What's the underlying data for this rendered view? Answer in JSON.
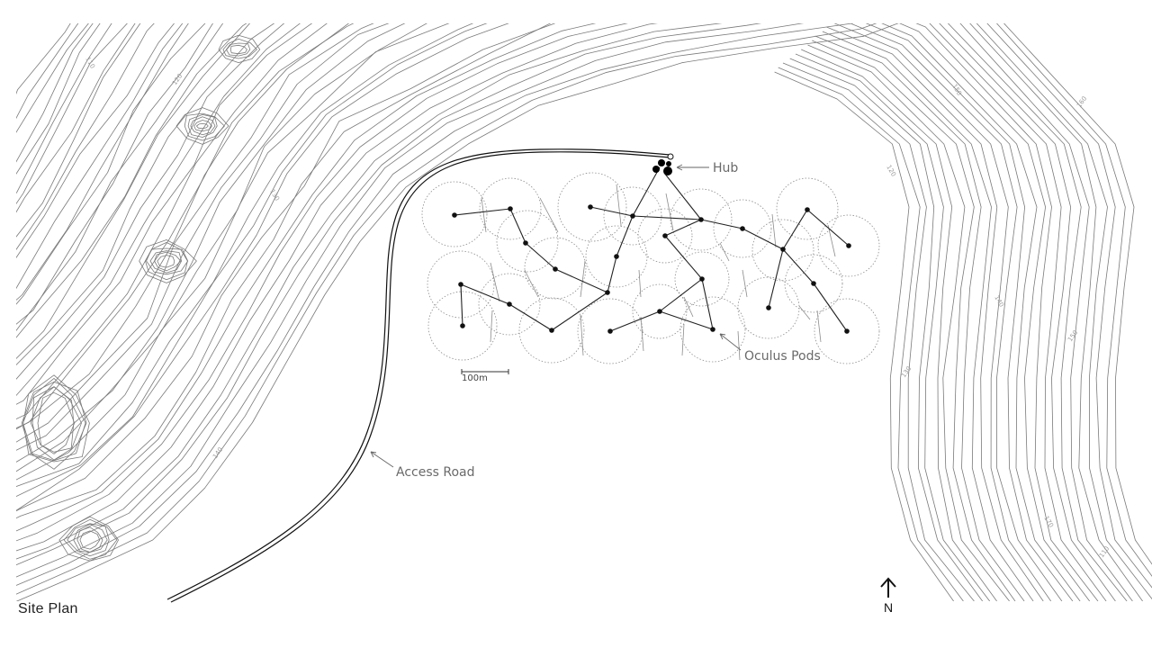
{
  "title": "Site Plan",
  "labels": {
    "hub": "Hub",
    "pods": "Oculus Pods",
    "road": "Access Road",
    "scale": "100m"
  },
  "north": "N",
  "contour_numbers": [
    "110",
    "120",
    "130",
    "140",
    "150",
    "160",
    "170"
  ],
  "colors": {
    "line": "#7a7a7a",
    "ink": "#111111",
    "label": "#6a6a6a"
  }
}
